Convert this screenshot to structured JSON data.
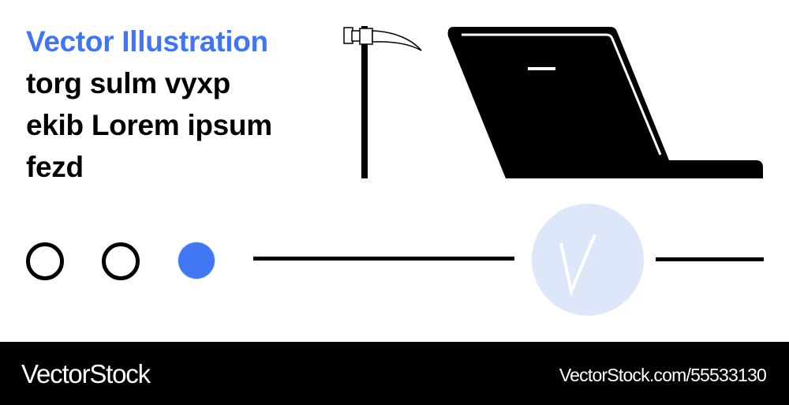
{
  "headline": {
    "title": "Vector Illustration",
    "lines": [
      "torg sulm vyxp",
      "ekib Lorem ipsum",
      "fezd"
    ]
  },
  "illustrations": {
    "left": "pickaxe-icon",
    "right": "laptop-icon"
  },
  "progress": {
    "steps": [
      {
        "state": "empty",
        "shape": "ring"
      },
      {
        "state": "empty",
        "shape": "ring"
      },
      {
        "state": "active",
        "shape": "filled-dot"
      }
    ],
    "completion_icon": "checkmark-icon"
  },
  "colors": {
    "accent": "#4076f5",
    "check_circle": "#dde7f9",
    "footer_bg": "#000000"
  },
  "footer": {
    "brand": "VectorStock",
    "reference": "VectorStock.com/55533130"
  }
}
